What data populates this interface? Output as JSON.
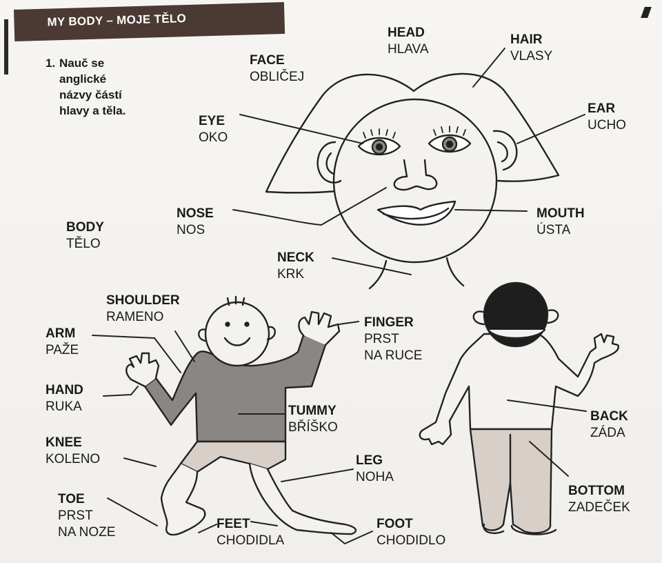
{
  "header": {
    "title": "MY BODY – MOJE TĚLO"
  },
  "task": {
    "number": "1.",
    "text": "Nauč se anglické názvy částí hlavy a těla."
  },
  "labels": {
    "head": {
      "en": "HEAD",
      "cz": "HLAVA"
    },
    "hair": {
      "en": "HAIR",
      "cz": "VLASY"
    },
    "face": {
      "en": "FACE",
      "cz": "OBLIČEJ"
    },
    "ear": {
      "en": "EAR",
      "cz": "UCHO"
    },
    "eye": {
      "en": "EYE",
      "cz": "OKO"
    },
    "nose": {
      "en": "NOSE",
      "cz": "NOS"
    },
    "mouth": {
      "en": "MOUTH",
      "cz": "ÚSTA"
    },
    "body": {
      "en": "BODY",
      "cz": "TĚLO"
    },
    "neck": {
      "en": "NECK",
      "cz": "KRK"
    },
    "shoulder": {
      "en": "SHOULDER",
      "cz": "RAMENO"
    },
    "arm": {
      "en": "ARM",
      "cz": "PAŽE"
    },
    "finger": {
      "en": "FINGER",
      "cz": "PRST",
      "cz2": "NA RUCE"
    },
    "hand": {
      "en": "HAND",
      "cz": "RUKA"
    },
    "tummy": {
      "en": "TUMMY",
      "cz": "BŘÍŠKO"
    },
    "back": {
      "en": "BACK",
      "cz": "ZÁDA"
    },
    "knee": {
      "en": "KNEE",
      "cz": "KOLENO"
    },
    "leg": {
      "en": "LEG",
      "cz": "NOHA"
    },
    "bottom": {
      "en": "BOTTOM",
      "cz": "ZADEČEK"
    },
    "toe": {
      "en": "TOE",
      "cz": "PRST",
      "cz2": "NA NOZE"
    },
    "feet": {
      "en": "FEET",
      "cz": "CHODIDLA"
    },
    "foot": {
      "en": "FOOT",
      "cz": "CHODIDLO"
    }
  },
  "colors": {
    "header_bg": "#4a3a33",
    "shirt": "#8a8683",
    "shorts": "#d8cfc9",
    "hair_dark": "#1e1e1e",
    "line": "#222222"
  }
}
